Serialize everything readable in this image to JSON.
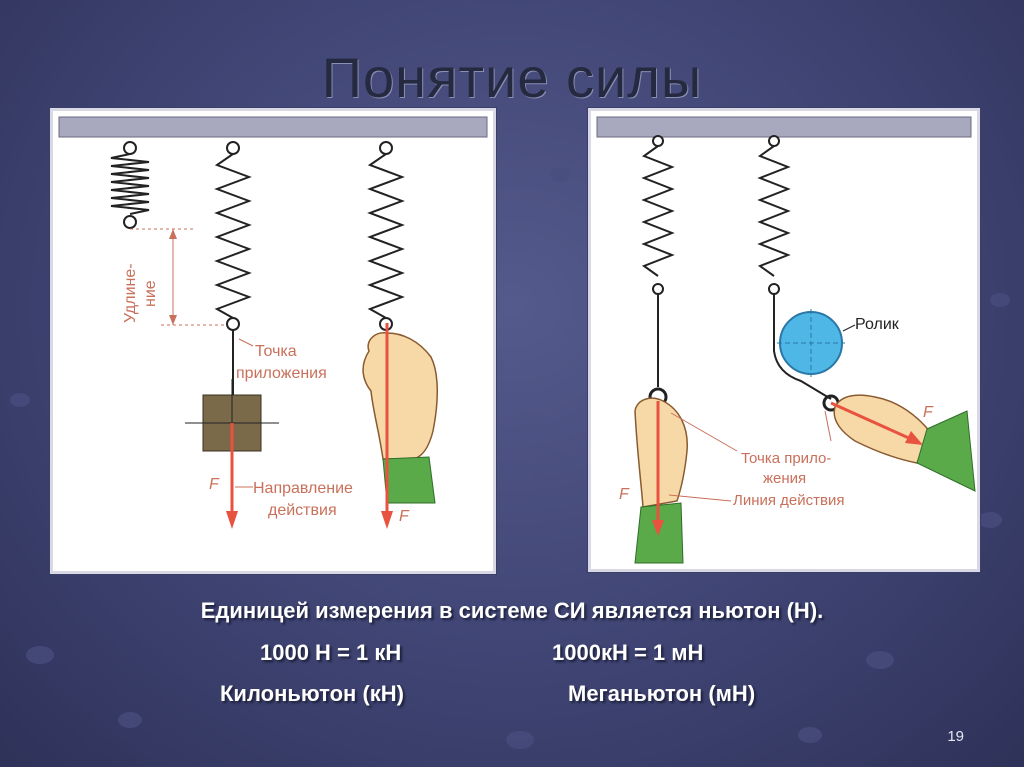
{
  "slide": {
    "title": "Понятие силы",
    "page_number": "19"
  },
  "left_figure": {
    "labels": {
      "elongation": "Удлине-",
      "elongation2": "ние",
      "application_point": "Точка",
      "application_point2": "приложения",
      "direction": "Направление",
      "direction2": "действия",
      "force_left": "F",
      "force_right": "F"
    }
  },
  "right_figure": {
    "labels": {
      "roller": "Ролик",
      "application_point": "Точка прило-",
      "application_point2": "жения",
      "line_of_action": "Линия действия",
      "force_left": "F",
      "force_right": "F"
    }
  },
  "text": {
    "line1": "Единицей измерения в системе СИ является ньютон (Н).",
    "eq_kn": "1000 Н = 1 кН",
    "eq_mn": "1000кН = 1 мН",
    "kilonewton": "Килоньютон (кН)",
    "meganewton": "Меганьютон (мН)"
  },
  "colors": {
    "arrow": "#e8533f",
    "label": "#c9705a",
    "ceiling": "#a8a8bf",
    "hand": "#f7d9a8",
    "sleeve": "#5aaa4a",
    "weight": "#7a6a4a",
    "roller": "#4fb7e6"
  }
}
